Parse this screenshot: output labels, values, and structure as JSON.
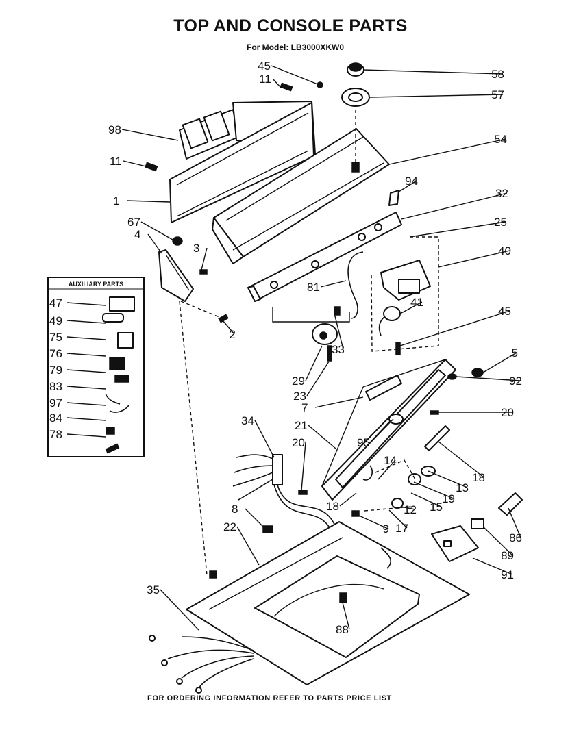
{
  "title": "TOP AND CONSOLE PARTS",
  "subtitle": "For Model: LB3000XKW0",
  "footer": "FOR ORDERING INFORMATION REFER TO PARTS PRICE LIST",
  "auxiliary_box": {
    "title": "AUXILIARY PARTS",
    "items": [
      "47",
      "49",
      "75",
      "76",
      "79",
      "83",
      "97",
      "84",
      "78"
    ]
  },
  "callouts": [
    "45",
    "11",
    "58",
    "57",
    "98",
    "54",
    "11",
    "94",
    "1",
    "32",
    "67",
    "25",
    "4",
    "3",
    "40",
    "81",
    "41",
    "45",
    "2",
    "33",
    "5",
    "29",
    "92",
    "23",
    "7",
    "20",
    "34",
    "21",
    "95",
    "20",
    "14",
    "18",
    "13",
    "19",
    "18",
    "15",
    "8",
    "12",
    "9",
    "17",
    "22",
    "86",
    "89",
    "91",
    "35",
    "88"
  ]
}
